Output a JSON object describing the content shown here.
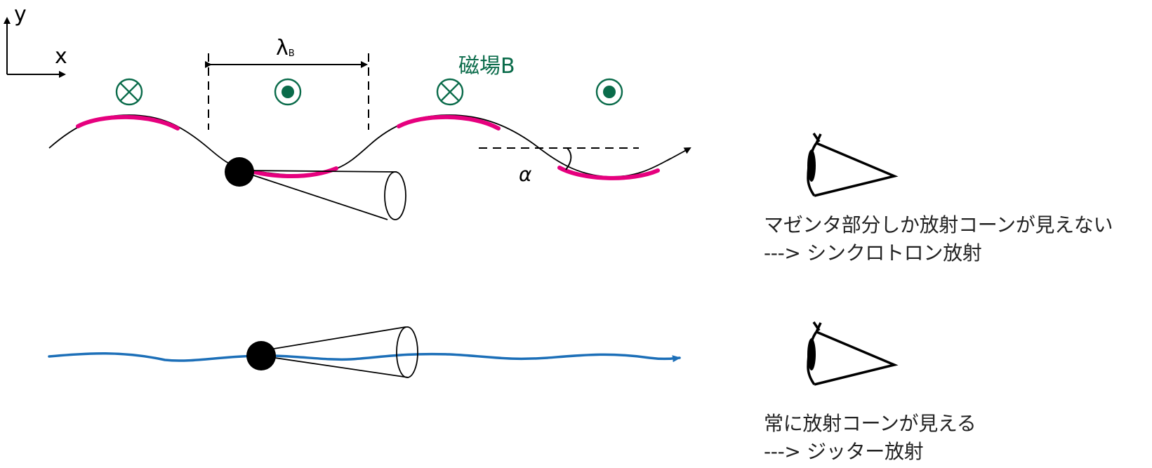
{
  "axes": {
    "x_label": "x",
    "y_label": "y"
  },
  "wavelength_label": "λ",
  "wavelength_subscript": "B",
  "field_label": "磁場B",
  "angle_label": "α",
  "colors": {
    "ink": "#000000",
    "field": "#0a6b4a",
    "emitting_segments": "#e6007e",
    "jitter_path": "#1c6fb8"
  },
  "field_symbols": [
    "into-page",
    "out-of-page",
    "into-page",
    "out-of-page"
  ],
  "captions": {
    "synchrotron": {
      "line1": "マゼンタ部分しか放射コーンが見えない",
      "line2": "---> シンクロトロン放射"
    },
    "jitter": {
      "line1": "常に放射コーンが見える",
      "line2": "---> ジッター放射"
    }
  }
}
